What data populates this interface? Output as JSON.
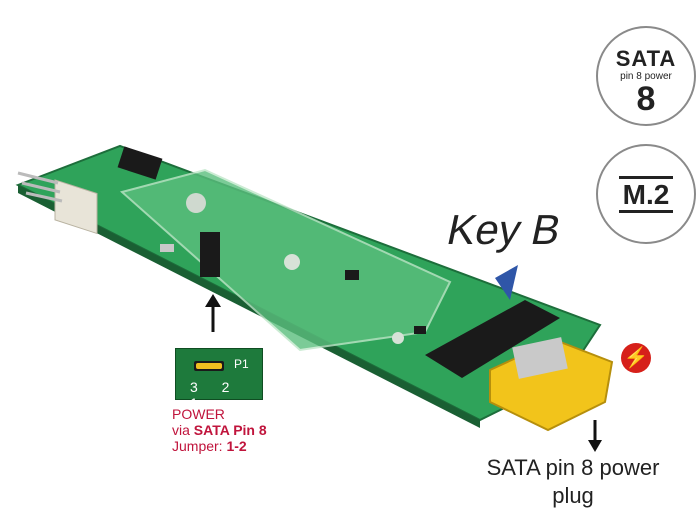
{
  "badges": {
    "sata": {
      "line1": "SATA",
      "line2": "pin 8 power",
      "line3": "8"
    },
    "m2": {
      "label": "M.2"
    }
  },
  "labels": {
    "key": "Key B",
    "jumper_designator": "P1",
    "jumper_pins": "3 2 1",
    "power_line1": "POWER",
    "power_line2_prefix": "via ",
    "power_line2_bold": "SATA Pin 8",
    "power_line3_prefix": "Jumper: ",
    "power_line3_bold": "1-2",
    "sata_plug_line1": "SATA pin 8 power",
    "sata_plug_line2": "plug"
  },
  "colors": {
    "pcb_green": "#2fa35a",
    "accent_red": "#c0143c",
    "plug_yellow": "#f2c41b",
    "arrow_blue": "#2f56a8"
  }
}
